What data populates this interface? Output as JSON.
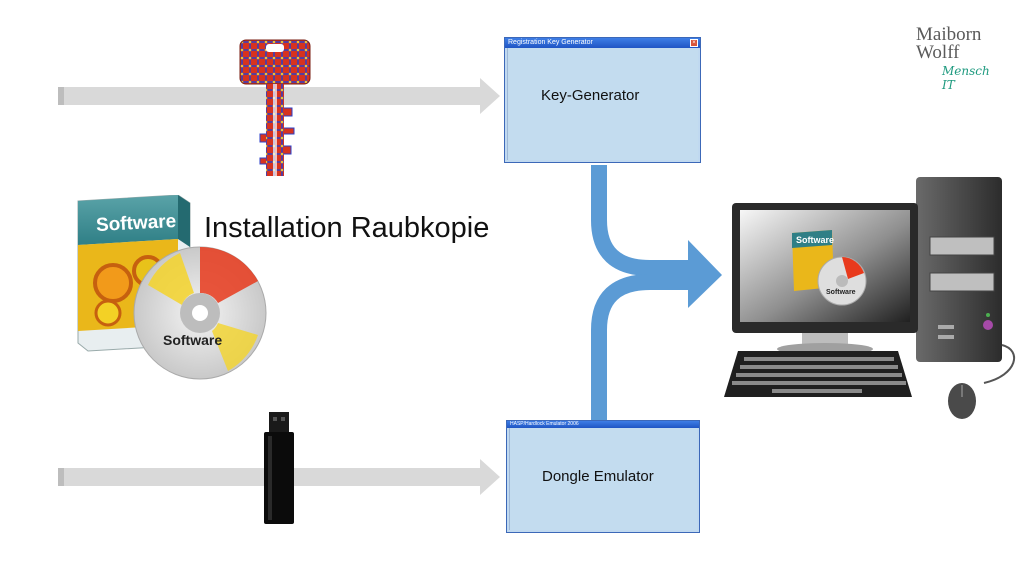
{
  "logo": {
    "line1": "Maiborn",
    "line2": "Wolff",
    "tagline": "Mensch IT"
  },
  "title": "Installation Raubkopie",
  "keygen_window": {
    "titlebar": "Registration Key Generator",
    "label": "Key-Generator"
  },
  "dongle_window": {
    "titlebar": "HASP/Hardlock Emulator 2006",
    "label": "Dongle Emulator"
  },
  "software_box": {
    "box_label": "Software",
    "disc_label": "Software"
  },
  "monitor": {
    "box_label": "Software",
    "disc_label": "Software"
  },
  "colors": {
    "flow_blue": "#5b9bd5",
    "arrow_gray": "#d9d9d9",
    "window_fill": "#c3dcef"
  },
  "icons": [
    "key-icon",
    "usb-stick-icon",
    "software-box-icon",
    "desktop-computer-icon"
  ]
}
